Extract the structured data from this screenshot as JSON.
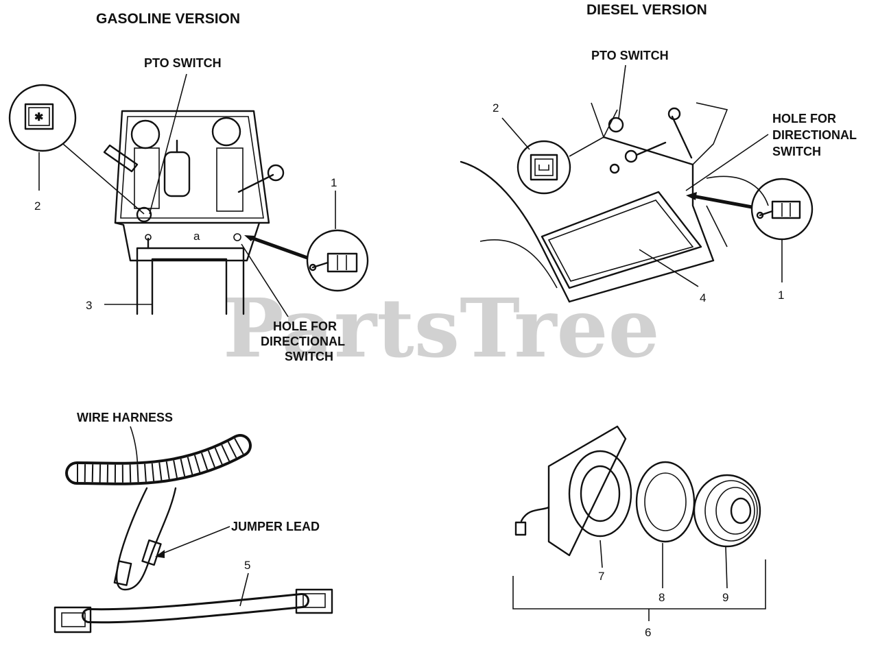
{
  "watermark": "PartsTree",
  "labels": {
    "gasoline_version": "GASOLINE VERSION",
    "diesel_version": "DIESEL VERSION",
    "pto_switch_gas": "PTO SWITCH",
    "pto_switch_diesel": "PTO SWITCH",
    "hole_gas_1": "HOLE FOR",
    "hole_gas_2": "DIRECTIONAL",
    "hole_gas_3": "SWITCH",
    "hole_diesel_1": "HOLE FOR",
    "hole_diesel_2": "DIRECTIONAL",
    "hole_diesel_3": "SWITCH",
    "wire_harness": "WIRE HARNESS",
    "jumper_lead": "JUMPER LEAD"
  },
  "callouts": {
    "gas_1": "1",
    "gas_2": "2",
    "gas_3": "3",
    "diesel_1": "1",
    "diesel_2": "2",
    "diesel_4": "4",
    "harness_5": "5",
    "clutch_6": "6",
    "clutch_7": "7",
    "clutch_8": "8",
    "clutch_9": "9"
  },
  "icons": [
    "pto-switch-icon",
    "toggle-switch-icon",
    "electric-clutch-icon"
  ]
}
